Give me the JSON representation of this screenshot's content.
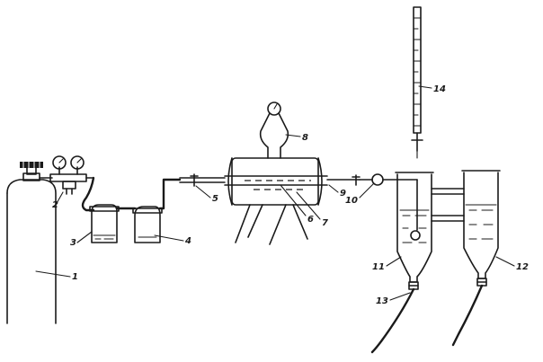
{
  "labels": {
    "l1": "1",
    "l2": "2",
    "l3": "3",
    "l4": "4",
    "l5": "5",
    "l6": "6",
    "l7": "7",
    "l8": "8",
    "l9": "9",
    "l10": "10",
    "l11": "11",
    "l12": "12",
    "l13": "13",
    "l14": "14"
  },
  "colors": {
    "ink": "#1a1a1a",
    "background": "#ffffff"
  }
}
